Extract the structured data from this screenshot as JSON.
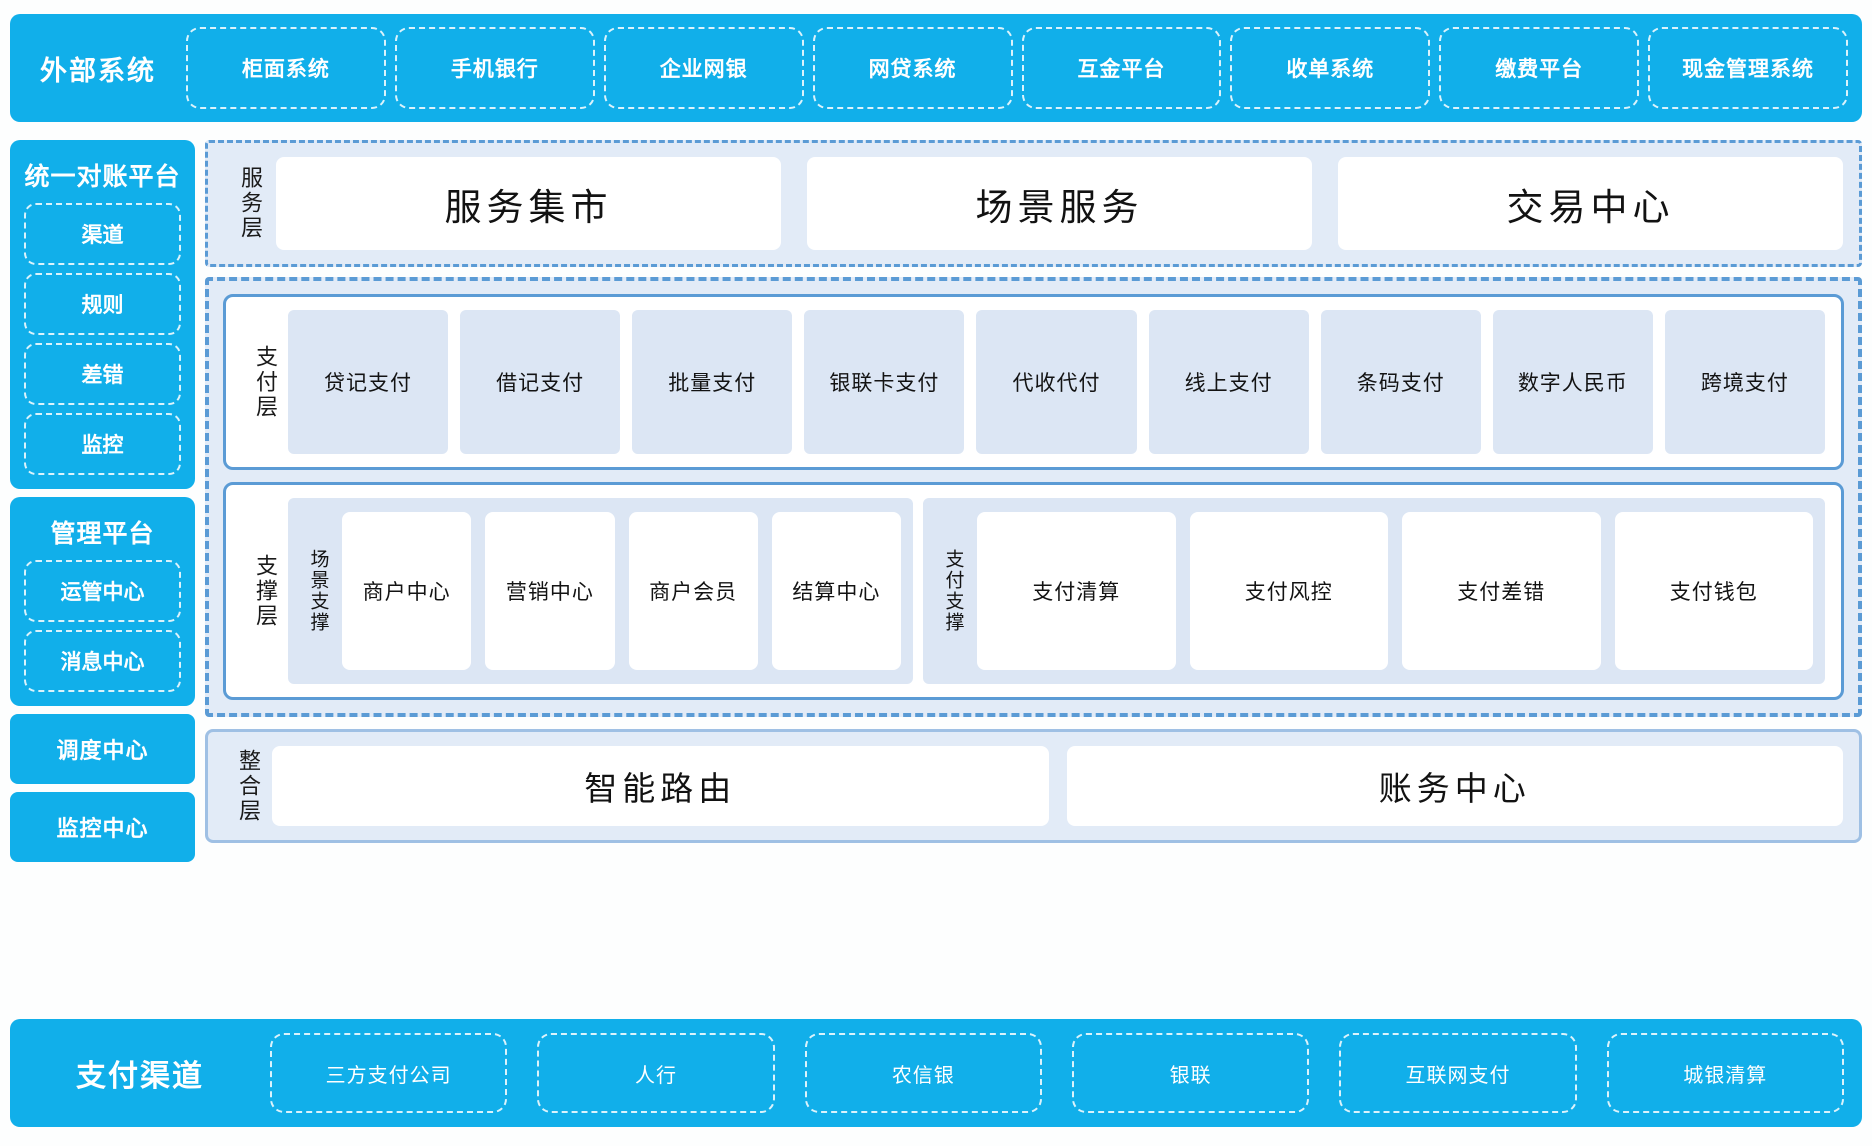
{
  "external": {
    "title": "外部系统",
    "items": [
      "柜面系统",
      "手机银行",
      "企业网银",
      "网贷系统",
      "互金平台",
      "收单系统",
      "缴费平台",
      "现金管理系统"
    ]
  },
  "sidebar": {
    "recon": {
      "title": "统一对账平台",
      "items": [
        "渠道",
        "规则",
        "差错",
        "监控"
      ]
    },
    "admin": {
      "title": "管理平台",
      "items": [
        "运管中心",
        "消息中心"
      ]
    },
    "standalone": [
      "调度中心",
      "监控中心"
    ]
  },
  "service_layer": {
    "label": "服务层",
    "cards": [
      "服务集市",
      "场景服务",
      "交易中心"
    ]
  },
  "payment_layer": {
    "label": "支付层",
    "cards": [
      "贷记支付",
      "借记支付",
      "批量支付",
      "银联卡支付",
      "代收代付",
      "线上支付",
      "条码支付",
      "数字人民币",
      "跨境支付"
    ]
  },
  "support_layer": {
    "label": "支撑层",
    "groups": [
      {
        "label": "场景支撑",
        "cards": [
          "商户中心",
          "营销中心",
          "商户会员",
          "结算中心"
        ]
      },
      {
        "label": "支付支撑",
        "cards": [
          "支付清算",
          "支付风控",
          "支付差错",
          "支付钱包"
        ]
      }
    ]
  },
  "integration_layer": {
    "label": "整合层",
    "cards": [
      "智能路由",
      "账务中心"
    ]
  },
  "channel": {
    "title": "支付渠道",
    "items": [
      "三方支付公司",
      "人行",
      "农信银",
      "银联",
      "互联网支付",
      "城银清算"
    ]
  },
  "colors": {
    "brand_blue": "#11AFEA",
    "dash_blue": "#5B9BD5",
    "panel_light": "#E2EBF7",
    "card_light": "#DCE6F4"
  }
}
